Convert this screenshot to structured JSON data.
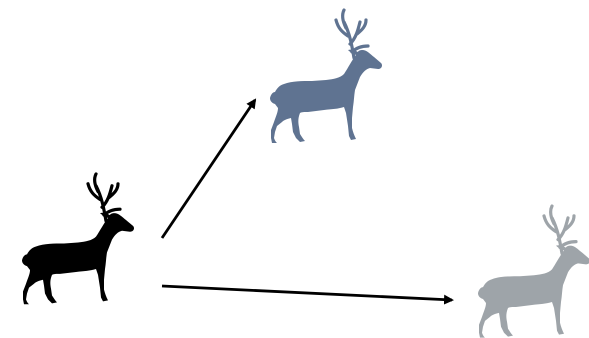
{
  "diagram": {
    "nodes": [
      {
        "id": "source",
        "icon": "deer-silhouette-icon",
        "color": "#000000"
      },
      {
        "id": "target-top",
        "icon": "deer-silhouette-icon",
        "color": "#5f7391"
      },
      {
        "id": "target-bottom",
        "icon": "deer-silhouette-icon",
        "color": "#9ea4a9"
      }
    ],
    "edges": [
      {
        "from": "source",
        "to": "target-top"
      },
      {
        "from": "source",
        "to": "target-bottom"
      }
    ],
    "arrow_color": "#000000"
  }
}
